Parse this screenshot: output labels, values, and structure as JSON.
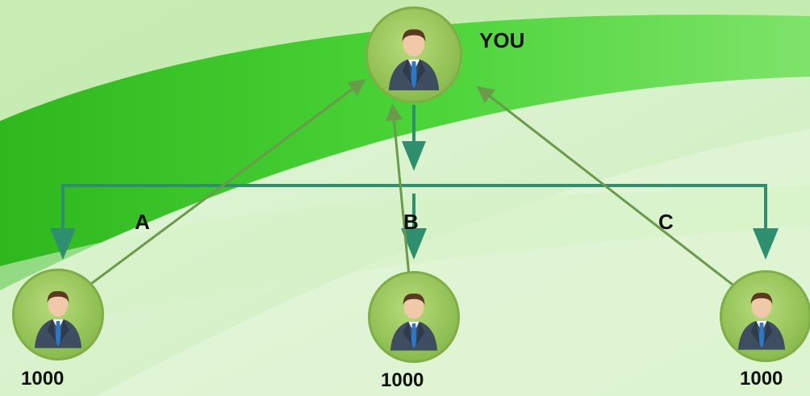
{
  "top_label": "YOU",
  "branch_labels": [
    "A",
    "B",
    "C"
  ],
  "bottom_labels": [
    "1000",
    "1000",
    "1000"
  ],
  "nodes": [
    {
      "name": "you-node",
      "icon": "businessman-icon"
    },
    {
      "name": "left-node",
      "icon": "businessman-icon"
    },
    {
      "name": "center-node",
      "icon": "businessman-icon"
    },
    {
      "name": "right-node",
      "icon": "businessman-icon"
    }
  ],
  "colors": {
    "tree_lines": "#2e8f6f",
    "return_arrows": "#6a9a4a",
    "avatar_circle": "#9cc85a",
    "background_light": "#cfeec0",
    "background_green": "#3fcf2a"
  }
}
